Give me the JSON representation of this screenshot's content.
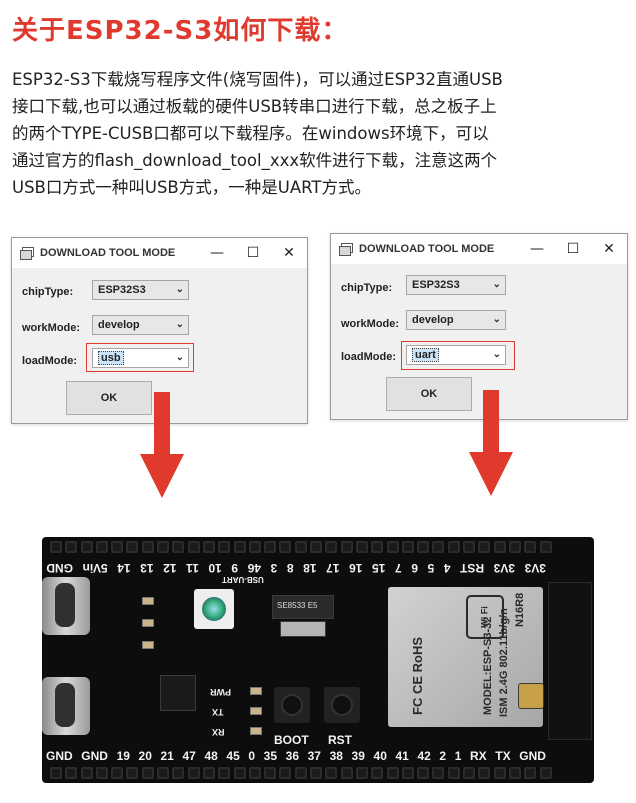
{
  "heading": "关于ESP32-S3如何下载：",
  "paragraph": [
    "ESP32-S3下载烧写程序文件(烧写固件)，可以通过ESP32直通USB",
    "接口下载,也可以通过板载的硬件USB转串口进行下载，总之板子上",
    "的两个TYPE-CUSB口都可以下载程序。在windows环境下，可以",
    "通过官方的flash_download_tool_xxx软件进行下载，注意这两个",
    "USB口方式一种叫USB方式，一种是UART方式。"
  ],
  "dialogs": [
    {
      "title": "DOWNLOAD TOOL MODE",
      "controls": {
        "minimize": "—",
        "maximize": "☐",
        "close": "✕"
      },
      "chipType_label": "chipType:",
      "chipType_value": "ESP32S3",
      "workMode_label": "workMode:",
      "workMode_value": "develop",
      "loadMode_label": "loadMode:",
      "loadMode_value": "usb",
      "ok_label": "OK"
    },
    {
      "title": "DOWNLOAD TOOL MODE",
      "controls": {
        "minimize": "—",
        "maximize": "☐",
        "close": "✕"
      },
      "chipType_label": "chipType:",
      "chipType_value": "ESP32S3",
      "workMode_label": "workMode:",
      "workMode_value": "develop",
      "loadMode_label": "loadMode:",
      "loadMode_value": "uart",
      "ok_label": "OK"
    }
  ],
  "board": {
    "top_pins": [
      "GND",
      "5Vin",
      "14",
      "13",
      "12",
      "11",
      "10",
      "9",
      "46",
      "3",
      "8",
      "18",
      "17",
      "16",
      "15",
      "7",
      "6",
      "5",
      "4",
      "RST",
      "3V3",
      "3V3"
    ],
    "bottom_pins": [
      "GND",
      "GND",
      "19",
      "20",
      "21",
      "47",
      "48",
      "45",
      "0",
      "35",
      "36",
      "37",
      "38",
      "39",
      "40",
      "41",
      "42",
      "2",
      "1",
      "RX",
      "TX",
      "GND"
    ],
    "boot_label": "BOOT",
    "rst_label": "RST",
    "led_labels": [
      "PWR",
      "TX",
      "RX"
    ],
    "module_text": [
      "MODEL:ESP-S3-32",
      "ISM 2.4G 802.11b/g/n",
      "N16R8"
    ],
    "module_marks": "FC CE RoHS",
    "wifi_logo": "Wi Fi",
    "regulator_text": "SE8533 E5",
    "usb_label": "USB-UART"
  },
  "colors": {
    "accent": "#e03a2f",
    "pcb": "#0d0d0d",
    "window_bg": "#f0f0f0"
  }
}
